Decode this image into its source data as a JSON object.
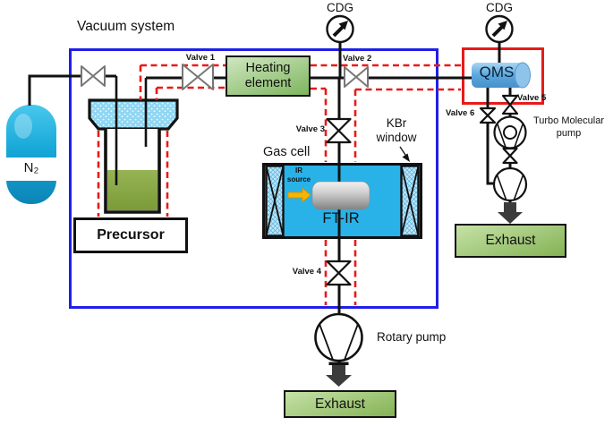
{
  "labels": {
    "vacuum_system": "Vacuum system",
    "cdg_left": "CDG",
    "cdg_right": "CDG",
    "valve1": "Valve 1",
    "valve2": "Valve 2",
    "valve3": "Valve 3",
    "valve4": "Valve 4",
    "valve5": "Valve 5",
    "valve6": "Valve 6",
    "heating_line1": "Heating",
    "heating_line2": "element",
    "qms": "QMS",
    "turbo_line1": "Turbo Molecular",
    "turbo_line2": "pump",
    "kbr_line1": "KBr",
    "kbr_line2": "window",
    "gas_cell": "Gas cell",
    "ir_line1": "IR",
    "ir_line2": "source",
    "ftir": "FT-IR",
    "n2": "N₂",
    "precursor": "Precursor",
    "rotary_pump": "Rotary pump",
    "exhaust_bottom": "Exhaust",
    "exhaust_right": "Exhaust"
  },
  "colors": {
    "vacuum_border": "#1f1fe8",
    "heated_line_red": "#e81a1a",
    "pipe_black": "#111111",
    "gas_cell_fill": "#29b2e8",
    "heating_fill_light": "#cfe7c0",
    "heating_fill_dark": "#7eb55e",
    "exhaust_fill_light": "#c6e2a8",
    "exhaust_fill_dark": "#84b254",
    "qms_cylinder_blue": "#4e9bd6",
    "n2_cylinder_cyan": "#17a8d8",
    "precursor_liquid_green": "#86a845",
    "ir_arrow_yellow": "#f7b500",
    "exhaust_arrow_gray": "#3b3b3b"
  }
}
